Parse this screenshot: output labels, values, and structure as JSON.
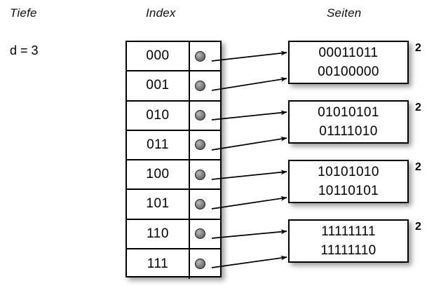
{
  "headings": {
    "depth": "Tiefe",
    "index": "Index",
    "pages": "Seiten"
  },
  "depth": {
    "label": "d = 3"
  },
  "index_table": {
    "rows": [
      {
        "key": "000",
        "pointer_icon": "filled-circle-icon",
        "target_page": 0
      },
      {
        "key": "001",
        "pointer_icon": "filled-circle-icon",
        "target_page": 0
      },
      {
        "key": "010",
        "pointer_icon": "filled-circle-icon",
        "target_page": 1
      },
      {
        "key": "011",
        "pointer_icon": "filled-circle-icon",
        "target_page": 1
      },
      {
        "key": "100",
        "pointer_icon": "filled-circle-icon",
        "target_page": 2
      },
      {
        "key": "101",
        "pointer_icon": "filled-circle-icon",
        "target_page": 2
      },
      {
        "key": "110",
        "pointer_icon": "filled-circle-icon",
        "target_page": 3
      },
      {
        "key": "111",
        "pointer_icon": "filled-circle-icon",
        "target_page": 3
      }
    ]
  },
  "pages": [
    {
      "records": [
        "00011011",
        "00100000"
      ],
      "count": "2"
    },
    {
      "records": [
        "01010101",
        "01111010"
      ],
      "count": "2"
    },
    {
      "records": [
        "10101010",
        "10110101"
      ],
      "count": "2"
    },
    {
      "records": [
        "11111111",
        "11111110"
      ],
      "count": "2"
    }
  ],
  "colors": {
    "background": "#ffffff",
    "stroke": "#000000",
    "pointer_dot": "#8e8e8e",
    "shadow": "rgba(0,0,0,0.40)"
  }
}
